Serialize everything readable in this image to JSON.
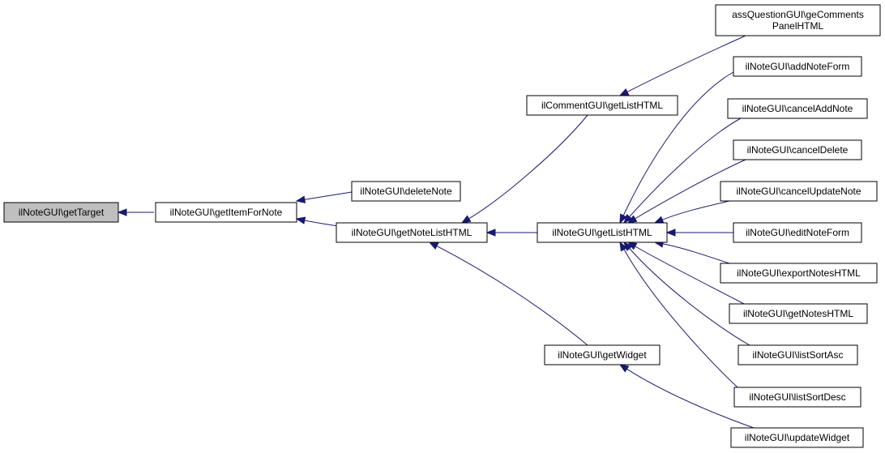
{
  "graph": {
    "nodes": [
      {
        "id": "getTarget",
        "lines": [
          "ilNoteGUI\\getTarget"
        ],
        "highlight": true
      },
      {
        "id": "getItemForNote",
        "lines": [
          "ilNoteGUI\\getItemForNote"
        ]
      },
      {
        "id": "deleteNote",
        "lines": [
          "ilNoteGUI\\deleteNote"
        ]
      },
      {
        "id": "getNoteListHTML",
        "lines": [
          "ilNoteGUI\\getNoteListHTML"
        ]
      },
      {
        "id": "commentGetListHTML",
        "lines": [
          "ilCommentGUI\\getListHTML"
        ]
      },
      {
        "id": "noteGetListHTML",
        "lines": [
          "ilNoteGUI\\getListHTML"
        ]
      },
      {
        "id": "getWidget",
        "lines": [
          "ilNoteGUI\\getWidget"
        ]
      },
      {
        "id": "assQuestion",
        "lines": [
          "assQuestionGUI\\geComments",
          "PanelHTML"
        ]
      },
      {
        "id": "addNoteForm",
        "lines": [
          "ilNoteGUI\\addNoteForm"
        ]
      },
      {
        "id": "cancelAddNote",
        "lines": [
          "ilNoteGUI\\cancelAddNote"
        ]
      },
      {
        "id": "cancelDelete",
        "lines": [
          "ilNoteGUI\\cancelDelete"
        ]
      },
      {
        "id": "cancelUpdateNote",
        "lines": [
          "ilNoteGUI\\cancelUpdateNote"
        ]
      },
      {
        "id": "editNoteForm",
        "lines": [
          "ilNoteGUI\\editNoteForm"
        ]
      },
      {
        "id": "exportNotesHTML",
        "lines": [
          "ilNoteGUI\\exportNotesHTML"
        ]
      },
      {
        "id": "getNotesHTML",
        "lines": [
          "ilNoteGUI\\getNotesHTML"
        ]
      },
      {
        "id": "listSortAsc",
        "lines": [
          "ilNoteGUI\\listSortAsc"
        ]
      },
      {
        "id": "listSortDesc",
        "lines": [
          "ilNoteGUI\\listSortDesc"
        ]
      },
      {
        "id": "updateWidget",
        "lines": [
          "ilNoteGUI\\updateWidget"
        ]
      }
    ],
    "edges": [
      {
        "from": "getItemForNote",
        "to": "getTarget"
      },
      {
        "from": "deleteNote",
        "to": "getItemForNote"
      },
      {
        "from": "getNoteListHTML",
        "to": "getItemForNote"
      },
      {
        "from": "commentGetListHTML",
        "to": "getNoteListHTML"
      },
      {
        "from": "noteGetListHTML",
        "to": "getNoteListHTML"
      },
      {
        "from": "getWidget",
        "to": "getNoteListHTML"
      },
      {
        "from": "assQuestion",
        "to": "commentGetListHTML"
      },
      {
        "from": "addNoteForm",
        "to": "noteGetListHTML"
      },
      {
        "from": "cancelAddNote",
        "to": "noteGetListHTML"
      },
      {
        "from": "cancelDelete",
        "to": "noteGetListHTML"
      },
      {
        "from": "cancelUpdateNote",
        "to": "noteGetListHTML"
      },
      {
        "from": "editNoteForm",
        "to": "noteGetListHTML"
      },
      {
        "from": "exportNotesHTML",
        "to": "noteGetListHTML"
      },
      {
        "from": "getNotesHTML",
        "to": "noteGetListHTML"
      },
      {
        "from": "listSortAsc",
        "to": "noteGetListHTML"
      },
      {
        "from": "listSortDesc",
        "to": "noteGetListHTML"
      },
      {
        "from": "updateWidget",
        "to": "getWidget"
      }
    ]
  },
  "colors": {
    "edge": "#191970",
    "node_fill": "#ffffff",
    "node_highlight_fill": "#bfbfbf",
    "node_border": "#000000"
  }
}
